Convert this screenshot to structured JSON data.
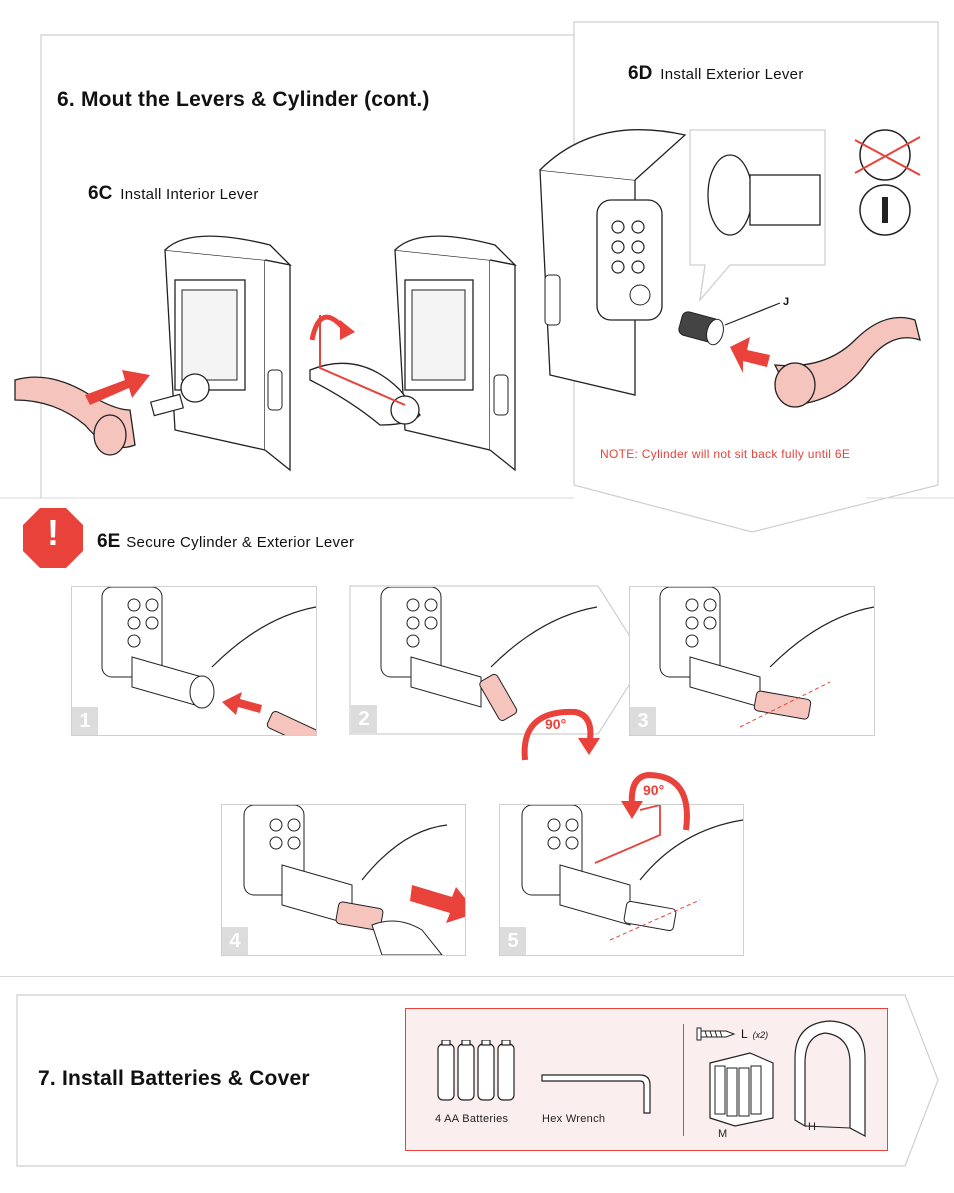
{
  "section6": {
    "title": "6. Mout the Levers & Cylinder (cont.)",
    "step_6c": {
      "num": "6C",
      "title": "Install Interior Lever"
    },
    "step_6d": {
      "num": "6D",
      "title": "Install Exterior Lever",
      "part_label": "J",
      "note": "NOTE: Cylinder will not sit back fully until 6E"
    },
    "step_6e": {
      "num": "6E",
      "title": "Secure Cylinder & Exterior Lever",
      "warning_symbol": "!",
      "panels": [
        "1",
        "2",
        "3",
        "4",
        "5"
      ],
      "rotation_label_a": "90°",
      "rotation_label_b": "90°"
    }
  },
  "section7": {
    "title": "7.  Install Batteries & Cover",
    "parts": {
      "batteries_label": "4 AA Batteries",
      "wrench_label": "Hex Wrench",
      "screw_label": "L",
      "screw_qty": "(x2)",
      "pack_label": "M",
      "cover_label": "H"
    }
  },
  "colors": {
    "accent": "#e8423b",
    "lever_fill": "#f4c4bd",
    "panel_fill": "#fbeeee",
    "outline": "#cfcfcf"
  }
}
